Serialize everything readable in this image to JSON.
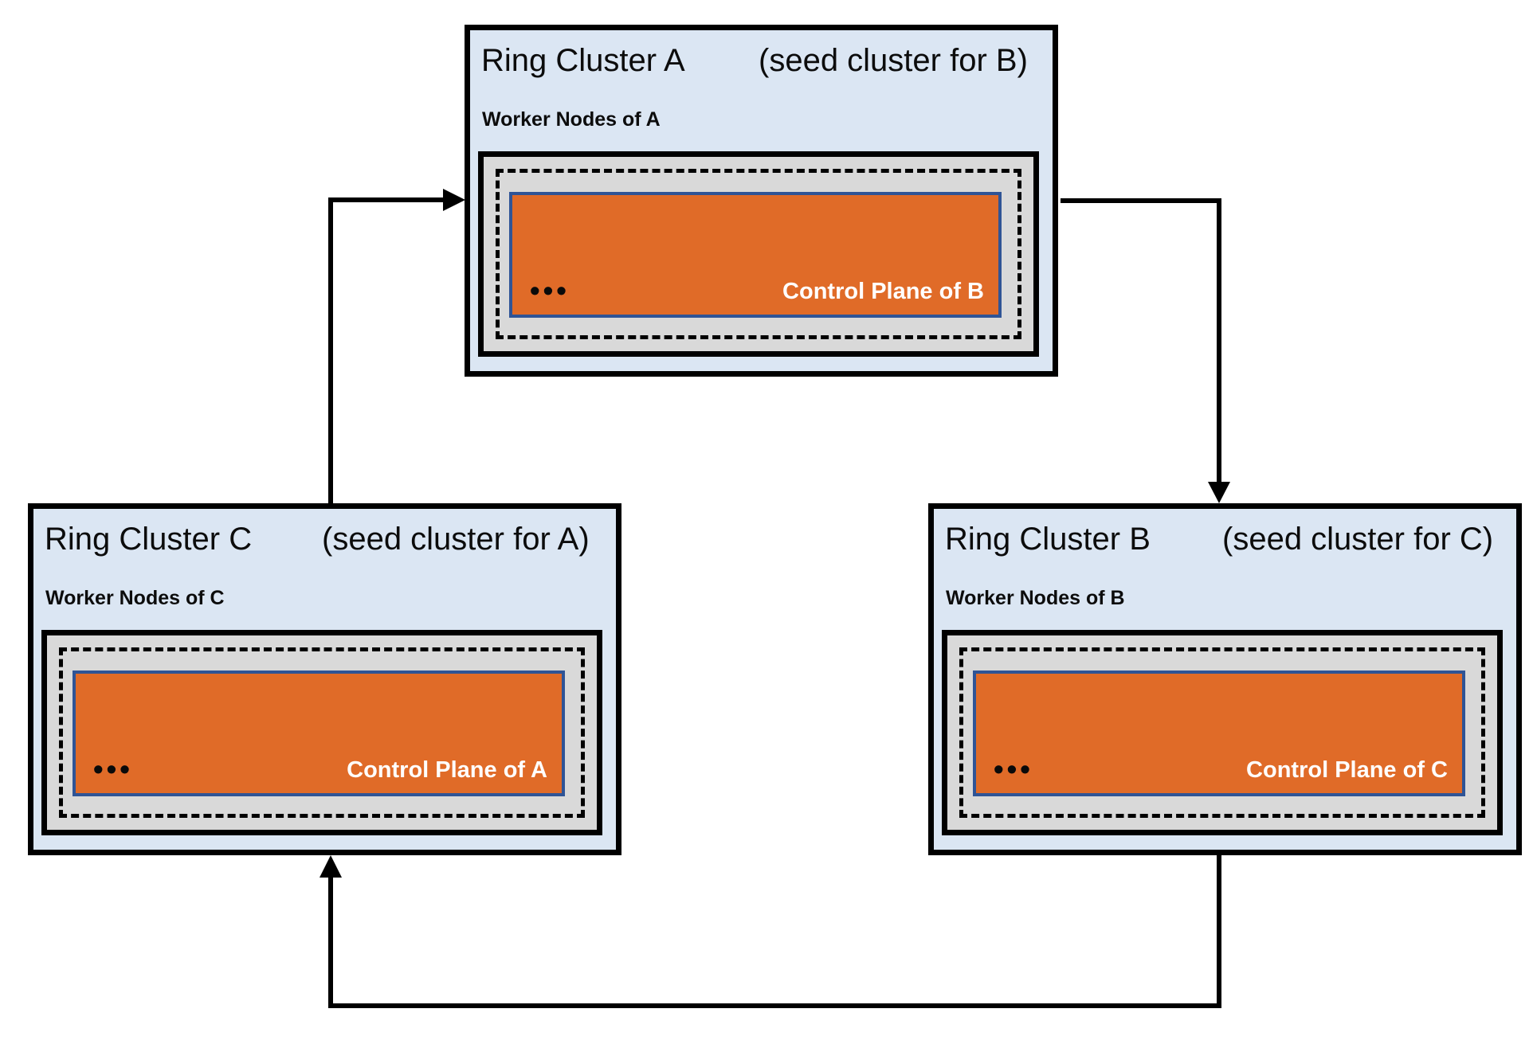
{
  "diagram": {
    "description": "Three ring clusters hosting each other's control planes in a cycle"
  },
  "clusters": [
    {
      "id": "A",
      "title": "Ring Cluster A",
      "seed_note": "(seed cluster for B)",
      "worker_label": "Worker Nodes of A",
      "ellipsis": "•••",
      "control_plane_label": "Control Plane of B"
    },
    {
      "id": "C",
      "title": "Ring Cluster C",
      "seed_note": "(seed cluster for A)",
      "worker_label": "Worker Nodes of C",
      "ellipsis": "•••",
      "control_plane_label": "Control Plane of A"
    },
    {
      "id": "B",
      "title": "Ring Cluster B",
      "seed_note": "(seed cluster for C)",
      "worker_label": "Worker Nodes of B",
      "ellipsis": "•••",
      "control_plane_label": "Control Plane of C"
    }
  ],
  "arrows": [
    {
      "name": "arrow-c-to-a",
      "from": "Ring Cluster C",
      "to": "Ring Cluster A"
    },
    {
      "name": "arrow-a-to-b",
      "from": "Ring Cluster A",
      "to": "Ring Cluster B"
    },
    {
      "name": "arrow-b-to-c",
      "from": "Ring Cluster B",
      "to": "Ring Cluster C"
    }
  ],
  "colors": {
    "cluster_fill": "#dbe6f3",
    "worker_fill": "#d9d9d9",
    "control_plane_fill": "#e06b28",
    "control_plane_border": "#2f5496",
    "line": "#000000",
    "control_plane_text": "#ffffff"
  }
}
